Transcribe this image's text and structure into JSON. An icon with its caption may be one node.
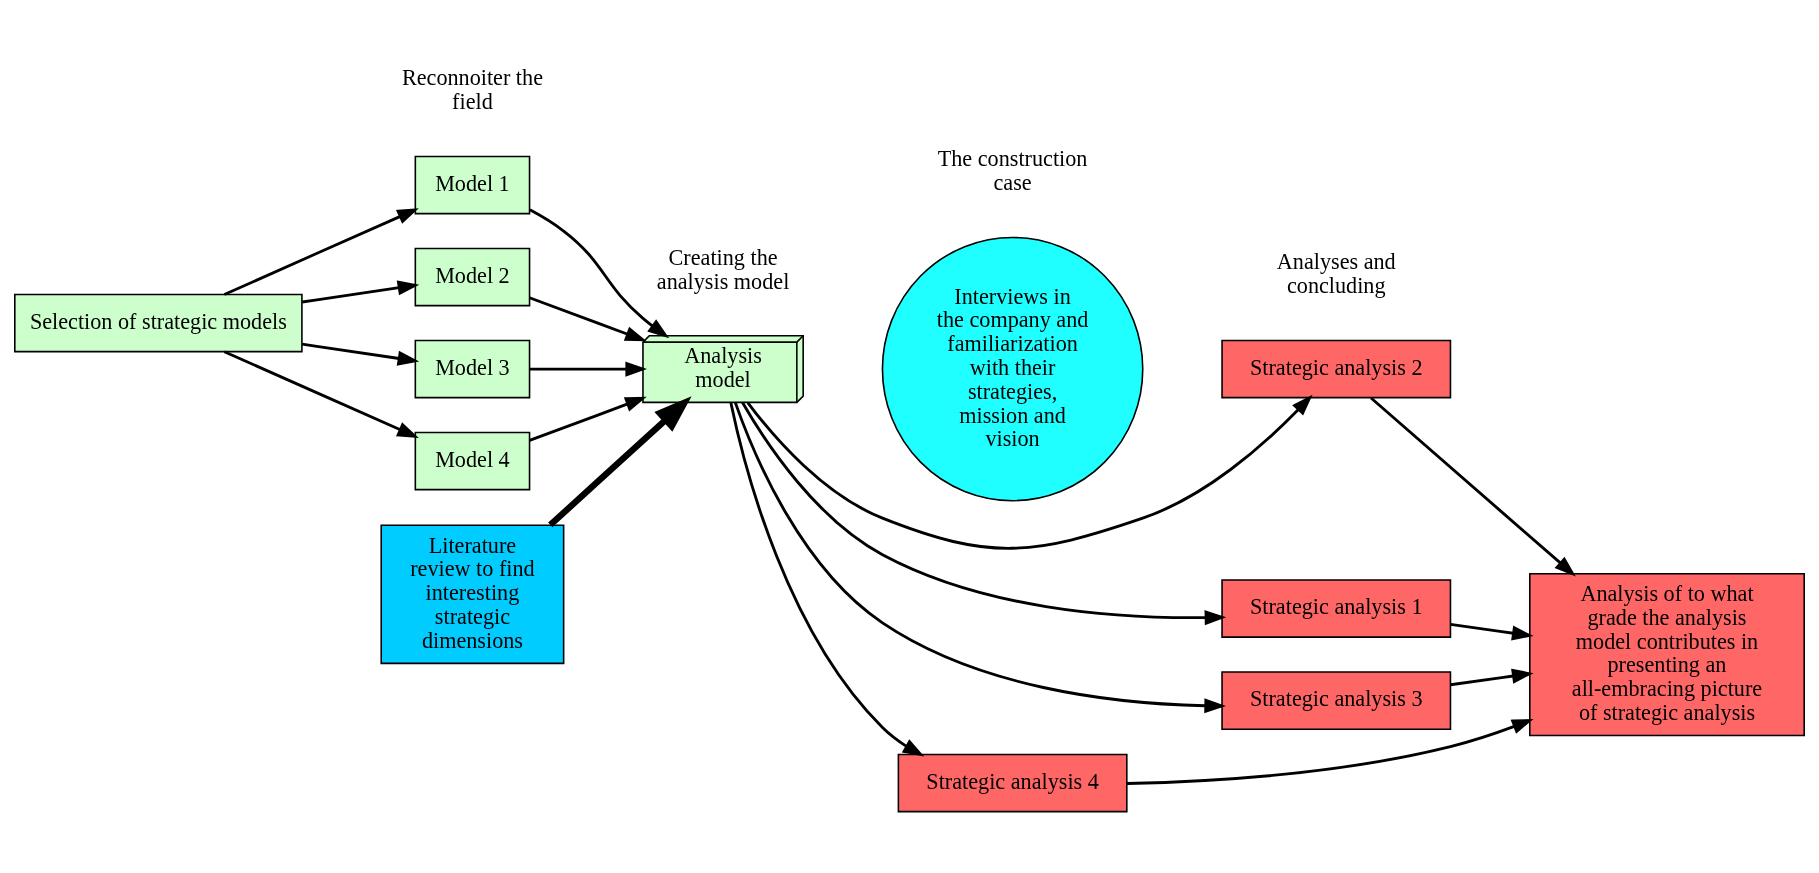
{
  "diagram": {
    "nodes": [
      {
        "text": [
          "Selection of strategic models"
        ]
      },
      {
        "text": [
          "Model 1"
        ]
      },
      {
        "text": [
          "Model 2"
        ]
      },
      {
        "text": [
          "Model 3"
        ]
      },
      {
        "text": [
          "Model 4"
        ]
      },
      {
        "text": [
          "Literature review to find interesting strategic dimensions"
        ]
      },
      {
        "text": [
          "Analysis model"
        ]
      },
      {
        "text": [
          "Interviews in the company and familiarization with their strategies, mission and vision"
        ]
      },
      {
        "text": [
          "Strategic analysis 1"
        ]
      },
      {
        "text": [
          "Strategic analysis 2"
        ]
      },
      {
        "text": [
          "Strategic analysis 3"
        ]
      },
      {
        "text": [
          "Strategic analysis 4"
        ]
      },
      {
        "text": [
          "Analysis of to what grade the analysis model contributes in presenting an all-embracing picture of strategic analysis"
        ]
      }
    ],
    "edges": [
      {
        "from": 0,
        "to": 1,
        "arrow": "to"
      },
      {
        "from": 0,
        "to": 2,
        "arrow": "to"
      },
      {
        "from": 0,
        "to": 3,
        "arrow": "to"
      },
      {
        "from": 0,
        "to": 4,
        "arrow": "to"
      },
      {
        "from": 1,
        "to": 6,
        "arrow": "to"
      },
      {
        "from": 2,
        "to": 6,
        "arrow": "to"
      },
      {
        "from": 3,
        "to": 6,
        "arrow": "to"
      },
      {
        "from": 4,
        "to": 6,
        "arrow": "to"
      },
      {
        "from": 5,
        "to": 6,
        "arrow": "to",
        "style": "thick"
      },
      {
        "from": 6,
        "to": 8,
        "arrow": "to"
      },
      {
        "from": 6,
        "to": 9,
        "arrow": "to"
      },
      {
        "from": 6,
        "to": 10,
        "arrow": "to"
      },
      {
        "from": 6,
        "to": 11,
        "arrow": "to"
      },
      {
        "from": 8,
        "to": 12,
        "arrow": "to"
      },
      {
        "from": 9,
        "to": 12,
        "arrow": "to"
      },
      {
        "from": 10,
        "to": 12,
        "arrow": "to"
      },
      {
        "from": 11,
        "to": 12,
        "arrow": "to"
      }
    ],
    "labels": [
      "Reconnoiter the field",
      "Creating the analysis model",
      "The construction case",
      "Analyses and concluding"
    ]
  }
}
